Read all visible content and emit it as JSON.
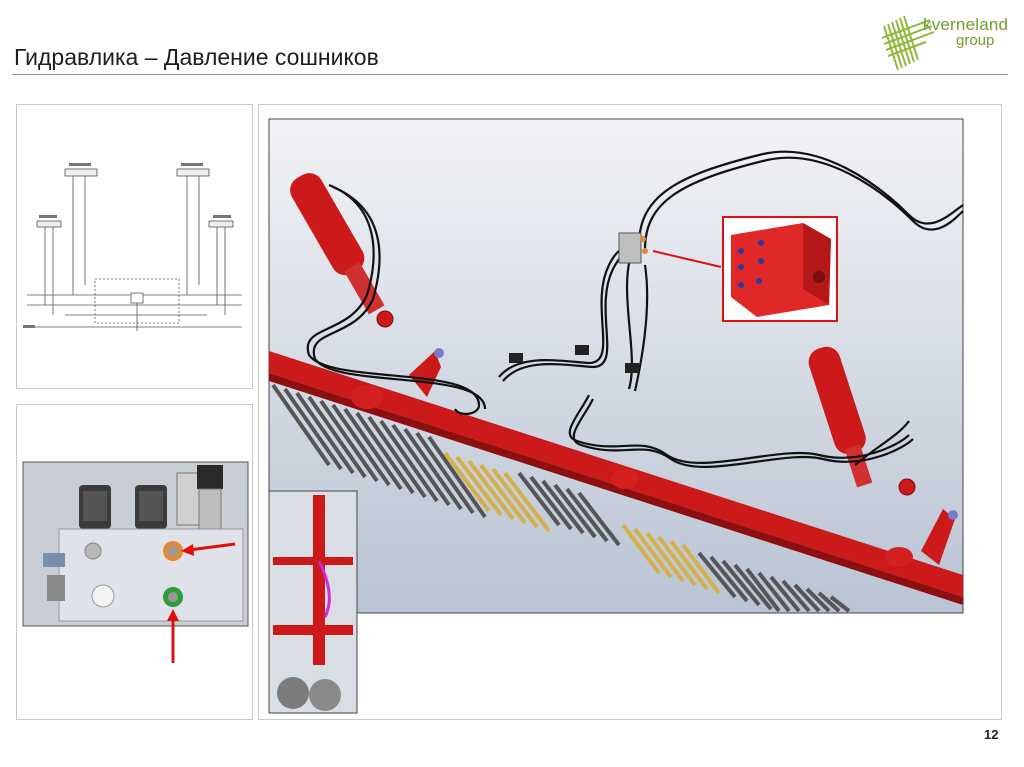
{
  "slide": {
    "title": "Гидравлика – Давление сошников",
    "page_number": "12"
  },
  "logo": {
    "line1": "kverneland",
    "line2": "group",
    "color": "#6f9e2b"
  },
  "colors": {
    "machine_red": "#cc1a1a",
    "hose_black": "#111111",
    "tine_grey": "#5c5c5c",
    "tine_yellow": "#d4b04a",
    "valve_block_grey": "#c9cdd6",
    "arrow_red": "#e01010",
    "port_orange": "#e08a3c",
    "port_green": "#2f9e3a"
  },
  "icons": [
    "logo-stripes-icon",
    "red-arrow-icon"
  ]
}
